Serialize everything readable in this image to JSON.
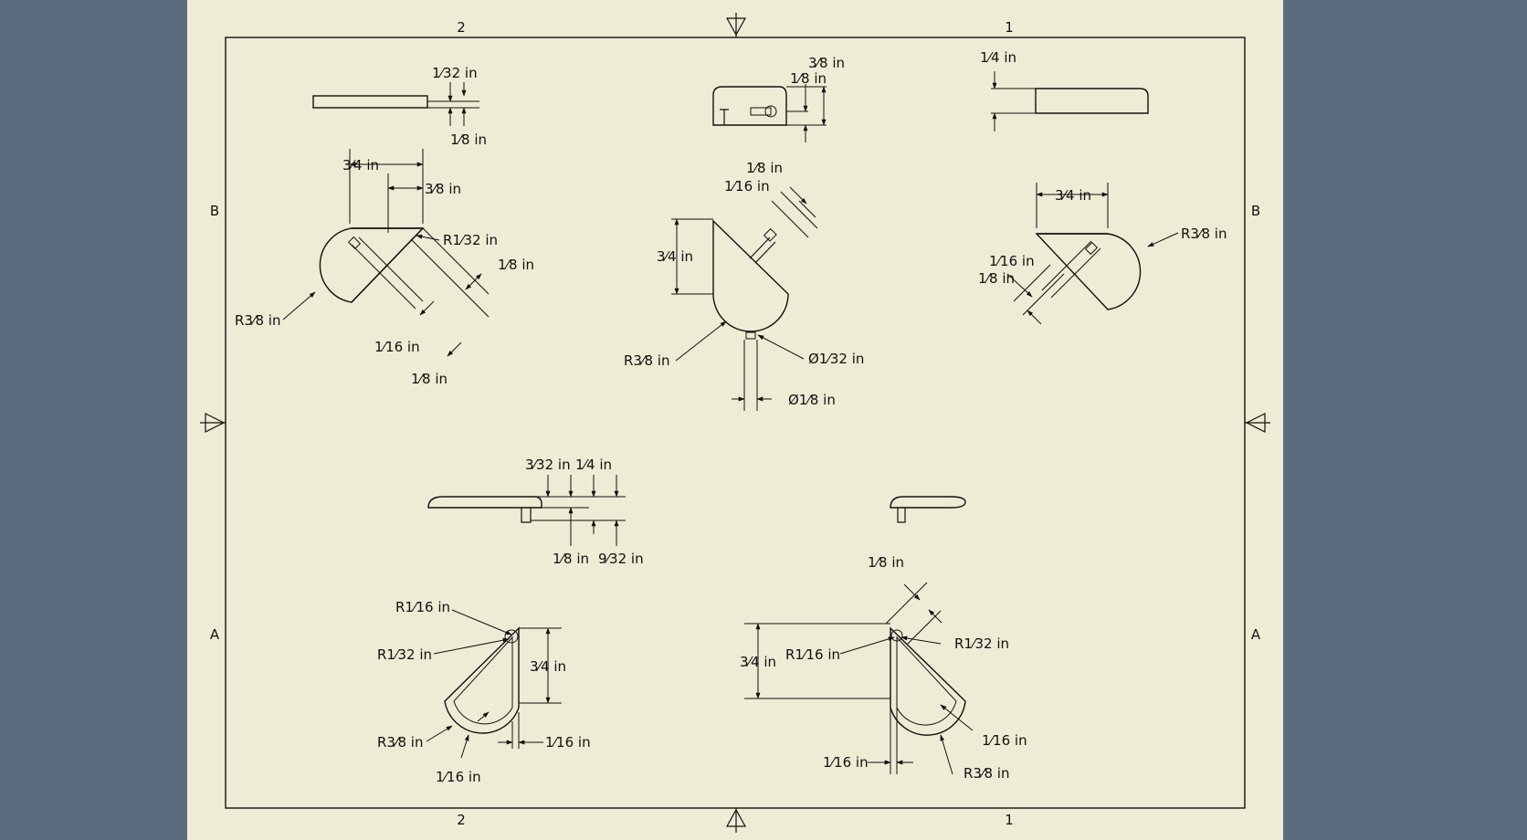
{
  "colors": {
    "background": "#5b6b80",
    "sheet": "#eeecd5",
    "ink": "#111111"
  },
  "zones": {
    "cols": [
      "2",
      "1"
    ],
    "rows": [
      "B",
      "A"
    ]
  },
  "views": {
    "top_left": {
      "a": "1⁄32 in",
      "b": "1⁄8 in"
    },
    "top_mid": {
      "a": "3⁄8 in",
      "b": "1⁄8 in"
    },
    "top_right": {
      "a": "1⁄4 in"
    },
    "iso_left": {
      "w1": "3⁄4 in",
      "w2": "3⁄8 in",
      "r_small": "R1⁄32 in",
      "t1": "1⁄8 in",
      "r_big": "R3⁄8 in",
      "t2": "1⁄16 in",
      "t3": "1⁄8 in"
    },
    "iso_mid": {
      "a": "1⁄8 in",
      "b": "1⁄16 in",
      "h": "3⁄4 in",
      "r_big": "R3⁄8 in",
      "dia_small": "Ø1⁄32 in",
      "dia": "Ø1⁄8 in"
    },
    "iso_right": {
      "w": "3⁄4 in",
      "r_big": "R3⁄8 in",
      "a": "1⁄16 in",
      "b": "1⁄8 in"
    },
    "side_left": {
      "a": "3⁄32 in",
      "b": "1⁄4 in",
      "c": "1⁄8 in",
      "d": "9⁄32 in"
    },
    "bottom_left": {
      "r1": "R1⁄16 in",
      "r2": "R1⁄32 in",
      "h": "3⁄4 in",
      "r_big": "R3⁄8 in",
      "t1": "1⁄16 in",
      "t2": "1⁄16 in"
    },
    "bottom_right": {
      "a": "1⁄8 in",
      "h": "3⁄4 in",
      "r1": "R1⁄16 in",
      "r2": "R1⁄32 in",
      "t1": "1⁄16 in",
      "t2": "1⁄16 in",
      "r_big": "R3⁄8 in"
    }
  }
}
